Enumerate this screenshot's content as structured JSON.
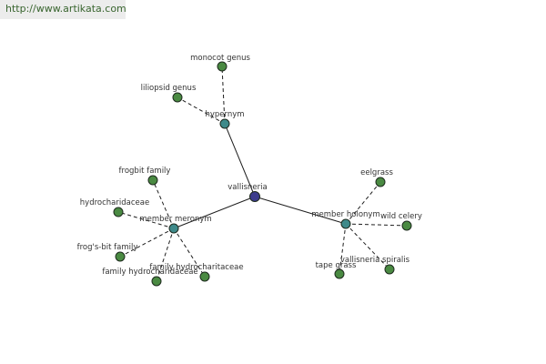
{
  "watermark": {
    "text": "http://www.artikata.com"
  },
  "colors": {
    "root_node": "#3c3c8c",
    "category_node": "#3e8a8a",
    "leaf_node": "#4a8a42",
    "watermark_text": "#39652f",
    "watermark_bg": "#ececec"
  },
  "graph": {
    "root": {
      "label": "vallisneria"
    },
    "groups": {
      "hypernym": {
        "label": "hypernym",
        "children": [
          "monocot genus",
          "liliopsid genus"
        ]
      },
      "meronym": {
        "label": "member meronym",
        "children": [
          "frogbit family",
          "hydrocharidaceae",
          "frog's-bit family",
          "family hydrocharidaceae",
          "family hydrocharitaceae"
        ]
      },
      "holonym": {
        "label": "member holonym",
        "children": [
          "eelgrass",
          "wild celery",
          "tape grass",
          "vallisneria spiralis"
        ]
      }
    }
  }
}
